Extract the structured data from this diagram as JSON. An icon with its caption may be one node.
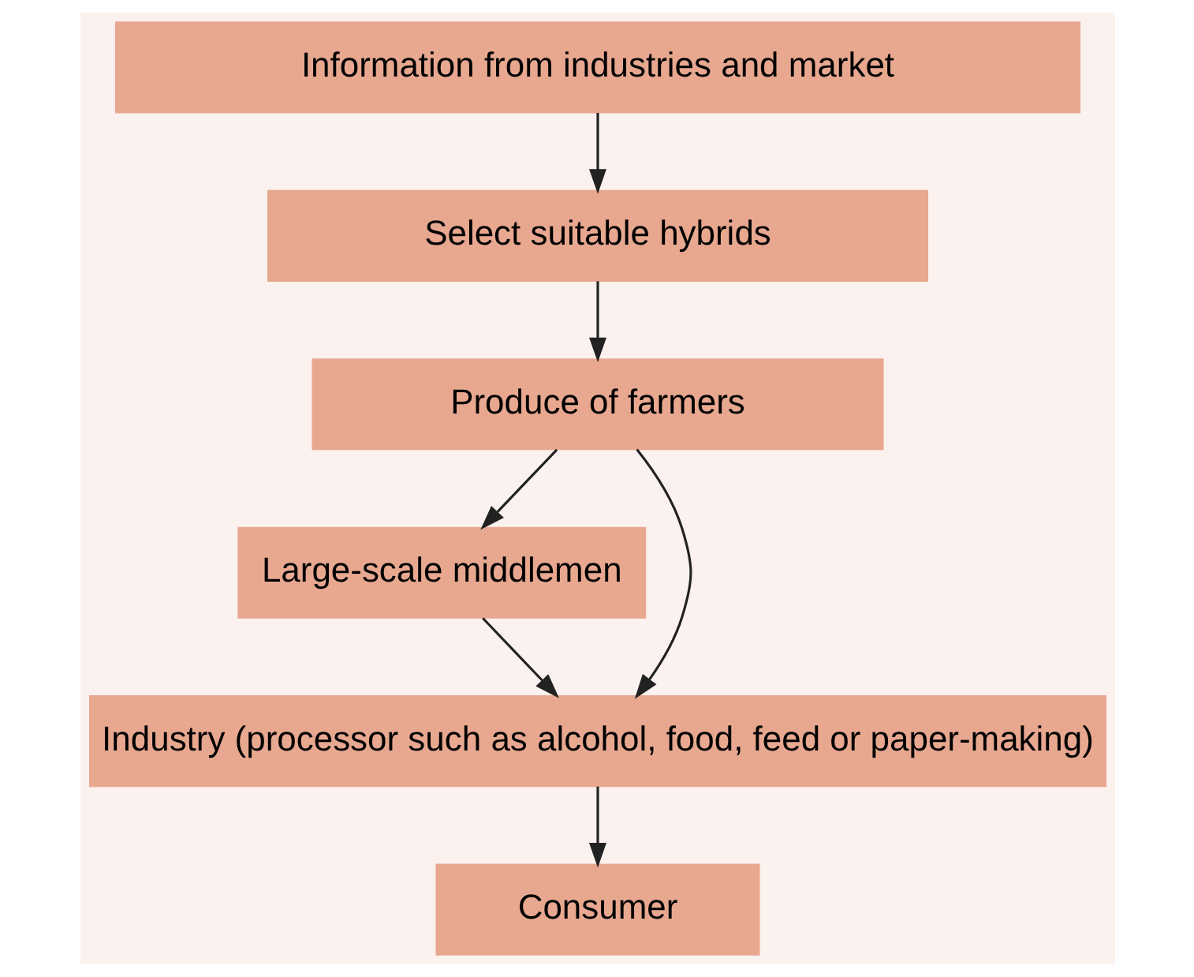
{
  "diagram": {
    "nodes": [
      {
        "text": [
          "Information from industries and market"
        ]
      },
      {
        "text": [
          "Select suitable hybrids"
        ]
      },
      {
        "text": [
          "Produce of farmers"
        ]
      },
      {
        "text": [
          "Large-scale middlemen"
        ]
      },
      {
        "text": [
          "Industry (processor such as alcohol, food, feed or paper-making)"
        ]
      },
      {
        "text": [
          "Consumer"
        ]
      }
    ],
    "edges": [
      {
        "from": 0,
        "to": 1,
        "arrow": "to"
      },
      {
        "from": 1,
        "to": 2,
        "arrow": "to"
      },
      {
        "from": 2,
        "to": 3,
        "arrow": "to"
      },
      {
        "from": 2,
        "to": 4,
        "arrow": "to"
      },
      {
        "from": 3,
        "to": 4,
        "arrow": "to"
      },
      {
        "from": 4,
        "to": 5,
        "arrow": "to"
      }
    ]
  }
}
